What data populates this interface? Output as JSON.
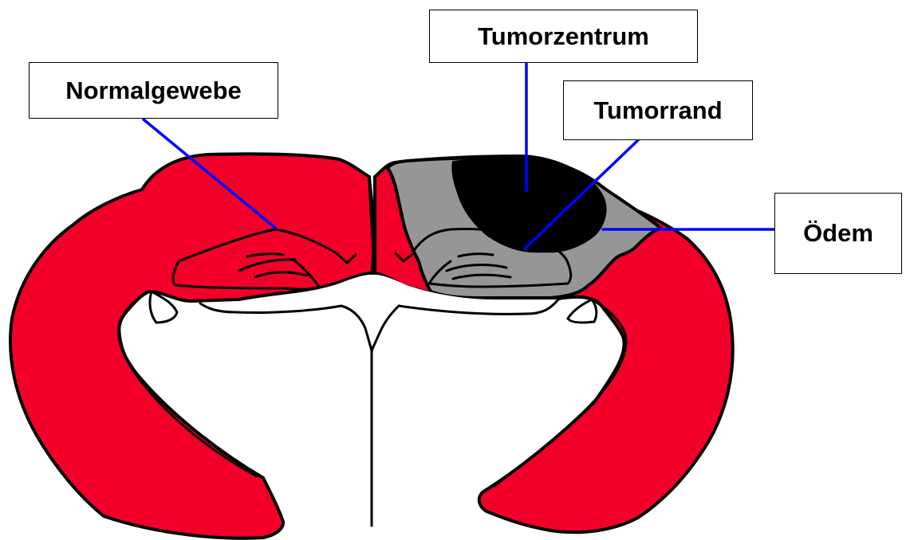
{
  "labels": {
    "normalgewebe": "Normalgewebe",
    "tumorzentrum": "Tumorzentrum",
    "tumorrand": "Tumorrand",
    "oedem": "Ödem"
  },
  "colors": {
    "normal_tissue": "#f2002a",
    "edema": "#969696",
    "tumor_center": "#000000",
    "leader_lines": "#0000ff",
    "outline": "#000000",
    "background": "#ffffff"
  }
}
